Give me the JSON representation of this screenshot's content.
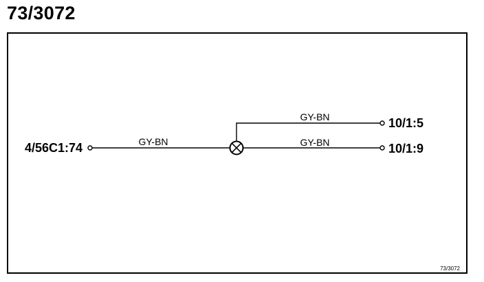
{
  "diagram": {
    "title": "73/3072",
    "reference": "73/3072",
    "source_terminal": {
      "label": "4/56C1:74"
    },
    "wire_main": {
      "color_code": "GY-BN"
    },
    "wire_upper": {
      "color_code": "GY-BN"
    },
    "wire_lower": {
      "color_code": "GY-BN"
    },
    "dest_upper": {
      "label": "10/1:5"
    },
    "dest_lower": {
      "label": "10/1:9"
    },
    "splice": {
      "icon": "splice-icon"
    },
    "colors": {
      "line": "#000000",
      "background": "#ffffff"
    }
  }
}
